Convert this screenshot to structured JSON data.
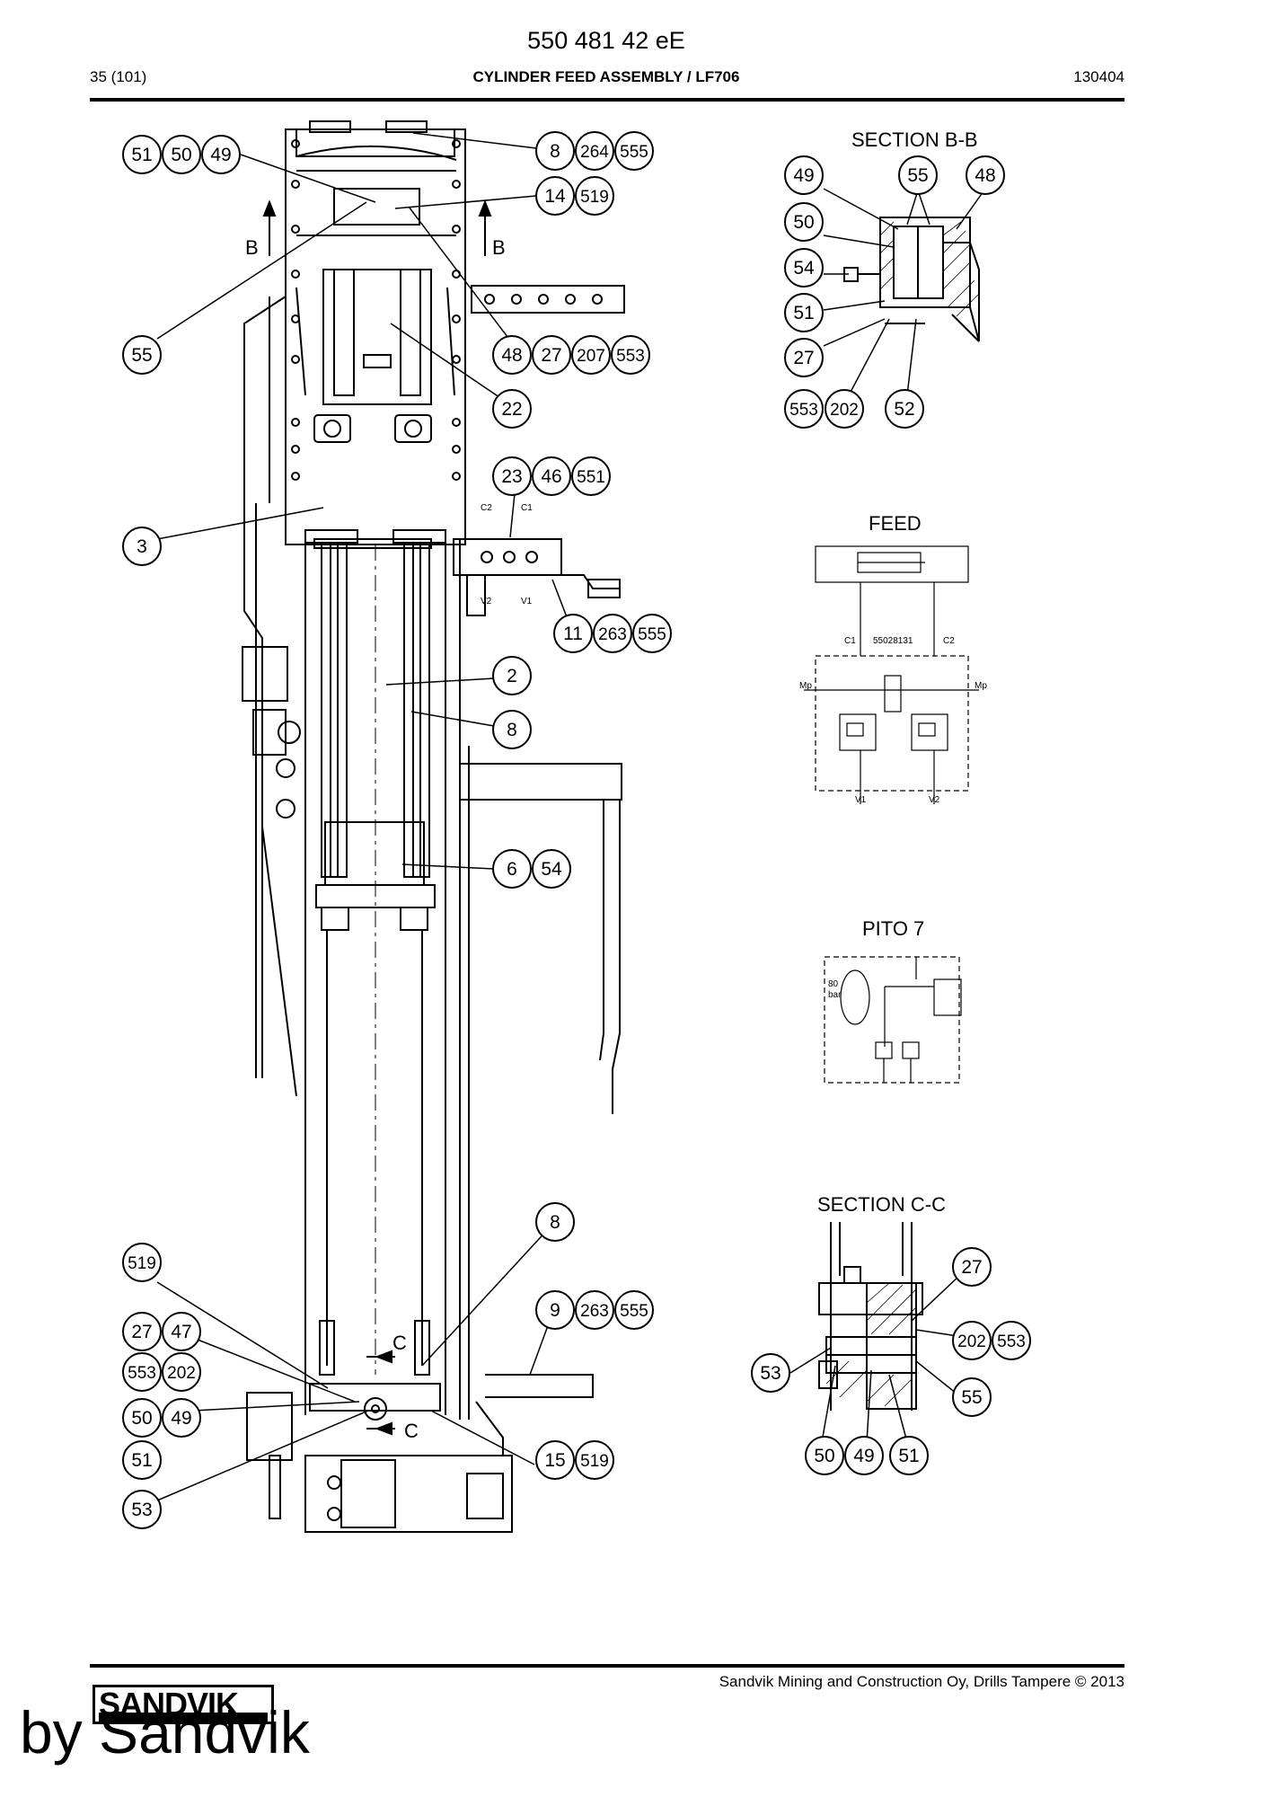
{
  "header": {
    "doc_number": "550 481 42 eE",
    "page": "35 (101)",
    "title": "CYLINDER FEED ASSEMBLY / LF706",
    "date_code": "130404"
  },
  "footer": {
    "company": "Sandvik Mining and Construction Oy, Drills Tampere © 2013",
    "logo_text": "SANDVIK",
    "byline": "by Sandvik"
  },
  "views": {
    "section_bb_title": "SECTION B-B",
    "feed_title": "FEED",
    "pito_title": "PITO 7",
    "section_cc_title": "SECTION C-C",
    "section_mark_b": "B",
    "section_mark_c": "C"
  },
  "schematic_text": {
    "feed_part_no": "55028131",
    "c1": "C1",
    "c2": "C2",
    "v1": "V1",
    "v2": "V2",
    "mp": "Mp",
    "pressure_value": "80",
    "pressure_unit": "bar"
  },
  "balloons": {
    "main_top": [
      "51",
      "50",
      "49",
      "8",
      "264",
      "555",
      "14",
      "519",
      "55",
      "48",
      "27",
      "207",
      "553",
      "22"
    ],
    "main_mid": [
      "3",
      "23",
      "46",
      "551",
      "11",
      "263",
      "555",
      "2",
      "8",
      "6",
      "54"
    ],
    "main_bottom": [
      "8",
      "519",
      "9",
      "263",
      "555",
      "27",
      "47",
      "553",
      "202",
      "50",
      "49",
      "51",
      "15",
      "519",
      "53"
    ],
    "section_bb": [
      "49",
      "55",
      "48",
      "50",
      "54",
      "51",
      "27",
      "553",
      "202",
      "52"
    ],
    "section_cc": [
      "27",
      "202",
      "553",
      "53",
      "55",
      "50",
      "49",
      "51"
    ]
  }
}
